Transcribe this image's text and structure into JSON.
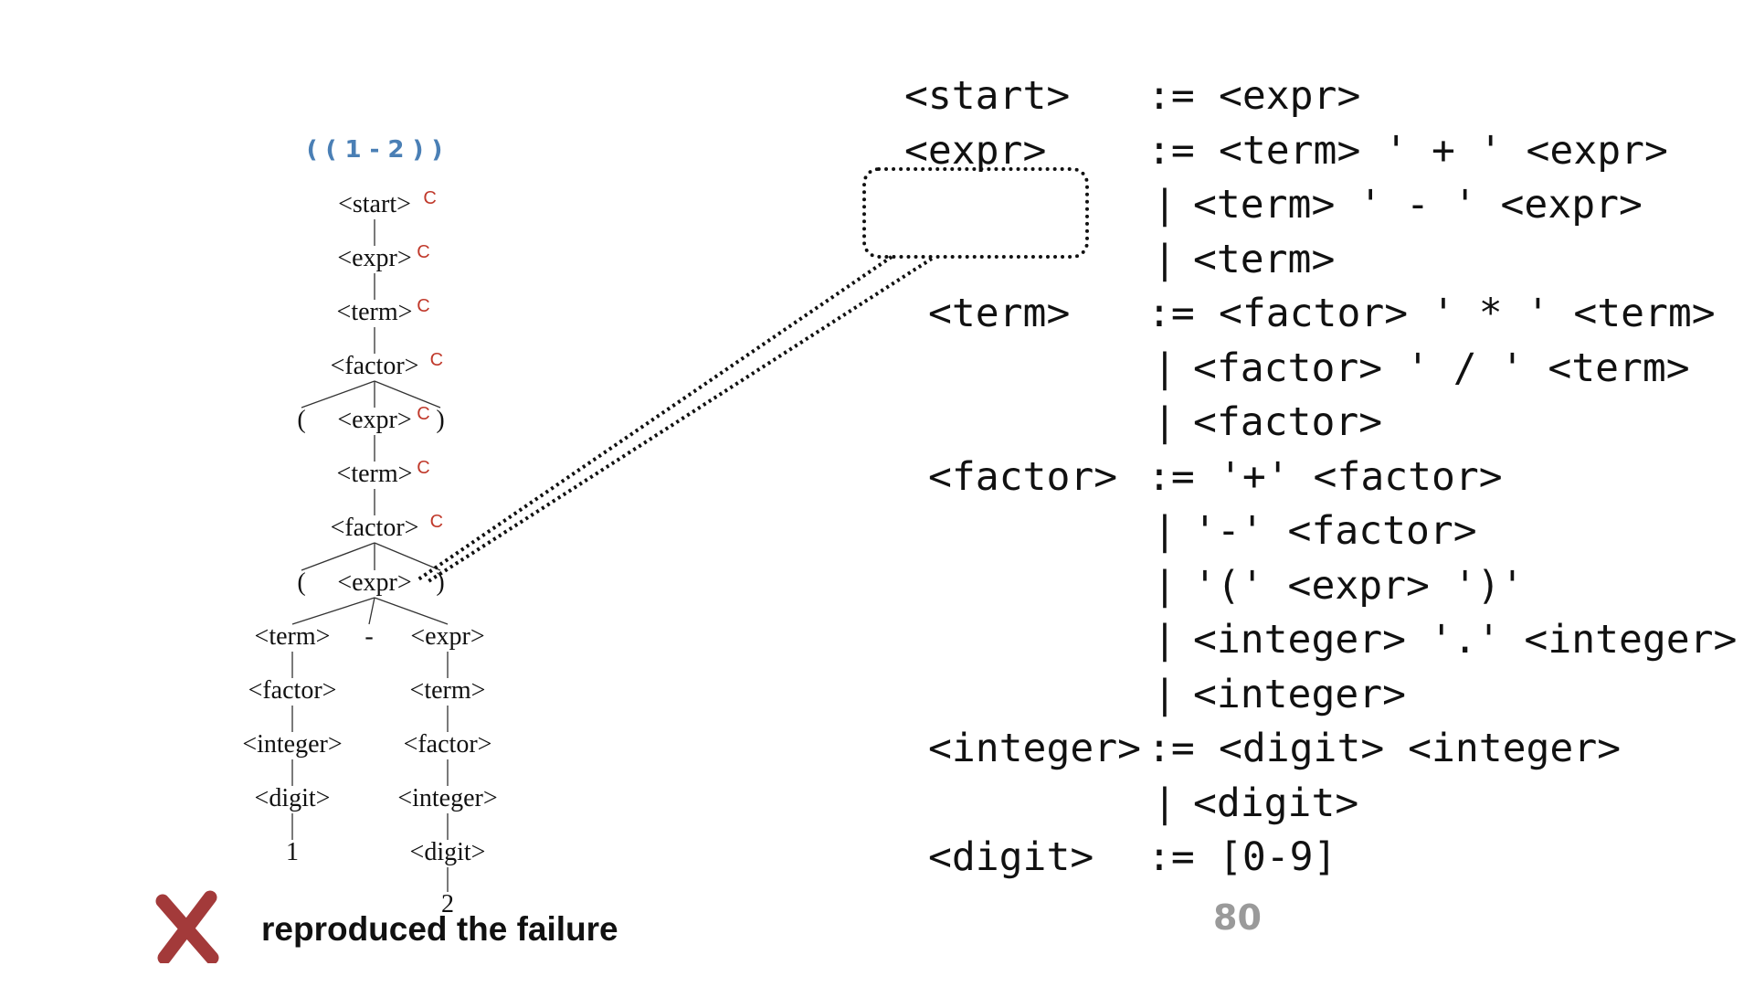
{
  "tree": {
    "input": "( ( 1 - 2 ) )",
    "nodes": [
      {
        "id": "n0",
        "label": "<start>",
        "c": "C"
      },
      {
        "id": "n1",
        "label": "<expr>",
        "c": "C"
      },
      {
        "id": "n2",
        "label": "<term>",
        "c": "C"
      },
      {
        "id": "n3",
        "label": "<factor>",
        "c": "C"
      },
      {
        "id": "n4",
        "label": "(",
        "c": ""
      },
      {
        "id": "n5",
        "label": "<expr>",
        "c": "C"
      },
      {
        "id": "n6",
        "label": ")",
        "c": ""
      },
      {
        "id": "n7",
        "label": "<term>",
        "c": "C"
      },
      {
        "id": "n8",
        "label": "<factor>",
        "c": "C"
      },
      {
        "id": "n9",
        "label": "(",
        "c": ""
      },
      {
        "id": "n10",
        "label": "<expr>",
        "c": ""
      },
      {
        "id": "n11",
        "label": ")",
        "c": ""
      },
      {
        "id": "n12",
        "label": "<term>",
        "c": ""
      },
      {
        "id": "n13",
        "label": "-",
        "c": ""
      },
      {
        "id": "n14",
        "label": "<expr>",
        "c": ""
      },
      {
        "id": "n15",
        "label": "<factor>",
        "c": ""
      },
      {
        "id": "n16",
        "label": "<term>",
        "c": ""
      },
      {
        "id": "n17",
        "label": "<integer>",
        "c": ""
      },
      {
        "id": "n18",
        "label": "<factor>",
        "c": ""
      },
      {
        "id": "n19",
        "label": "<digit>",
        "c": ""
      },
      {
        "id": "n20",
        "label": "<integer>",
        "c": ""
      },
      {
        "id": "n21",
        "label": "1",
        "c": ""
      },
      {
        "id": "n22",
        "label": "<digit>",
        "c": ""
      },
      {
        "id": "n23",
        "label": "2",
        "c": ""
      }
    ],
    "edges": [
      [
        "n0",
        "n1"
      ],
      [
        "n1",
        "n2"
      ],
      [
        "n2",
        "n3"
      ],
      [
        "n3",
        "n4"
      ],
      [
        "n3",
        "n5"
      ],
      [
        "n3",
        "n6"
      ],
      [
        "n5",
        "n7"
      ],
      [
        "n7",
        "n8"
      ],
      [
        "n8",
        "n9"
      ],
      [
        "n8",
        "n10"
      ],
      [
        "n8",
        "n11"
      ],
      [
        "n10",
        "n12"
      ],
      [
        "n10",
        "n13"
      ],
      [
        "n10",
        "n14"
      ],
      [
        "n12",
        "n15"
      ],
      [
        "n15",
        "n17"
      ],
      [
        "n17",
        "n19"
      ],
      [
        "n19",
        "n21"
      ],
      [
        "n14",
        "n16"
      ],
      [
        "n16",
        "n18"
      ],
      [
        "n18",
        "n20"
      ],
      [
        "n20",
        "n22"
      ],
      [
        "n22",
        "n23"
      ]
    ]
  },
  "grammar": {
    "rules": [
      {
        "lhs": "<start>",
        "sep": ":=",
        "rhs": "<expr>"
      },
      {
        "lhs": "<expr>",
        "sep": ":=",
        "rhs": "<term> ' + ' <expr>"
      },
      {
        "lhs": "",
        "sep": "|",
        "rhs": "<term> ' - ' <expr>"
      },
      {
        "lhs": "",
        "sep": "|",
        "rhs": "<term>"
      },
      {
        "lhs": "<term>",
        "sep": ":=",
        "rhs": "<factor> ' * ' <term>"
      },
      {
        "lhs": "",
        "sep": "|",
        "rhs": "<factor> ' / ' <term>"
      },
      {
        "lhs": "",
        "sep": "|",
        "rhs": "<factor>"
      },
      {
        "lhs": "<factor>",
        "sep": ":=",
        "rhs": "'+' <factor>"
      },
      {
        "lhs": "",
        "sep": "|",
        "rhs": "'-' <factor>"
      },
      {
        "lhs": "",
        "sep": "|",
        "rhs": "'(' <expr> ')'"
      },
      {
        "lhs": "",
        "sep": "|",
        "rhs": "<integer> '.' <integer>"
      },
      {
        "lhs": "",
        "sep": "|",
        "rhs": "<integer>"
      },
      {
        "lhs": "<integer>",
        "sep": ":=",
        "rhs": "<digit> <integer>"
      },
      {
        "lhs": "",
        "sep": "|",
        "rhs": "<digit>"
      },
      {
        "lhs": "<digit>",
        "sep": ":=",
        "rhs": "[0-9]"
      }
    ]
  },
  "status": {
    "icon": "cross-icon",
    "text": "reproduced the failure",
    "color": "#a33a3a"
  },
  "page_number": "80"
}
